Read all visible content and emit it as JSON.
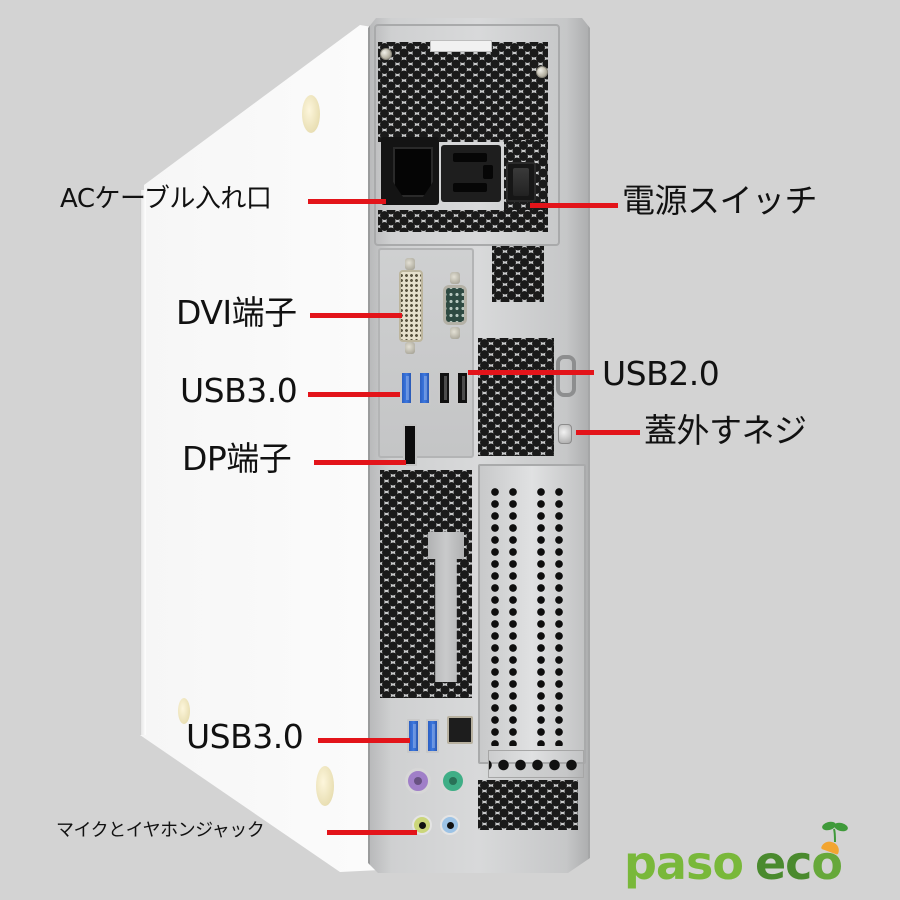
{
  "image": {
    "subject": "Desktop PC rear panel with annotated ports",
    "background_color": "#d3d3d3",
    "callout_color": "#e3141a"
  },
  "labels": {
    "ac_inlet": "ACケーブル入れ口",
    "power_switch": "電源スイッチ",
    "dvi": "DVI端子",
    "usb3_upper": "USB3.0",
    "usb2": "USB2.0",
    "cover_screw": "蓋外すネジ",
    "displayport": "DP端子",
    "usb3_lower": "USB3.0",
    "audio_jacks": "マイクとイヤホンジャック"
  },
  "ports": {
    "usb3_upper_count": 2,
    "usb2_count": 2,
    "usb3_lower_count": 2,
    "colors": {
      "usb3": "#3c78e0",
      "usb2": "#111111",
      "ps2_mouse": "#a07fc8",
      "ps2_keyboard": "#3fae86",
      "mic": "#cbd67a",
      "line_in": "#9cc3e6"
    }
  },
  "brand": {
    "word1": "paso",
    "word2": "ec",
    "word2_last": "o",
    "colors": {
      "paso": "#79b83a",
      "eco": "#4a8a2e",
      "accent_orange": "#f2a531",
      "leaf": "#3f9a3a"
    }
  }
}
